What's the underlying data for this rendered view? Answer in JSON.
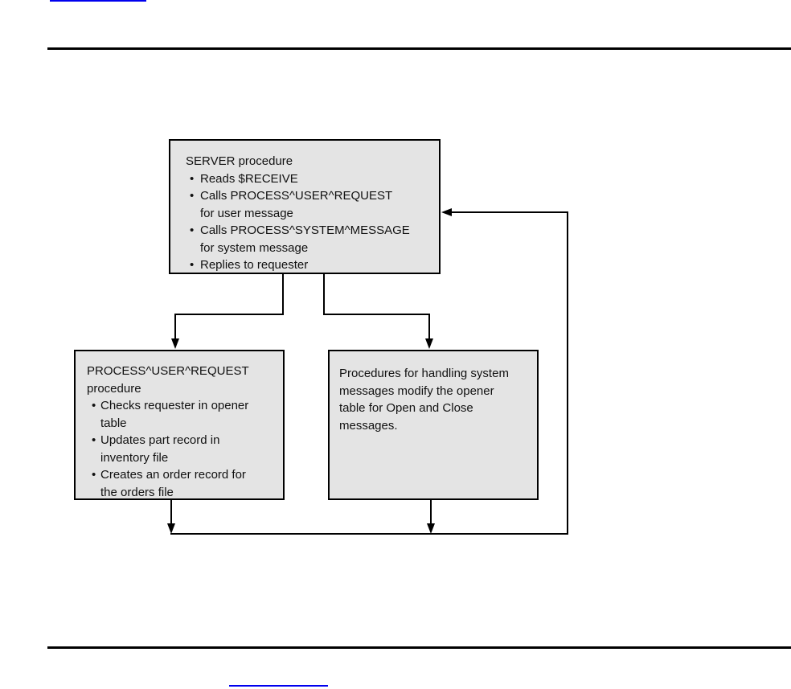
{
  "colors": {
    "background": "#ffffff",
    "box_fill": "#e4e4e4",
    "box_border": "#000000",
    "connector_line": "#000000",
    "page_rule": "#000000",
    "link_underline": "#0000ee",
    "text": "#111111"
  },
  "bullet_char": "•",
  "diagram": {
    "server_box": {
      "title": "SERVER procedure",
      "bullets": [
        "Reads $RECEIVE",
        "Calls PROCESS^USER^REQUEST\nfor user message",
        "Calls PROCESS^SYSTEM^MESSAGE\nfor system message",
        "Replies to requester"
      ]
    },
    "user_request_box": {
      "title": "PROCESS^USER^REQUEST\nprocedure",
      "bullets": [
        "Checks requester in opener\ntable",
        "Updates part record in\ninventory file",
        "Creates an order record for\nthe orders file"
      ]
    },
    "system_message_box": {
      "text": "Procedures for handling system\nmessages modify the opener\ntable for Open and Close\nmessages."
    }
  }
}
